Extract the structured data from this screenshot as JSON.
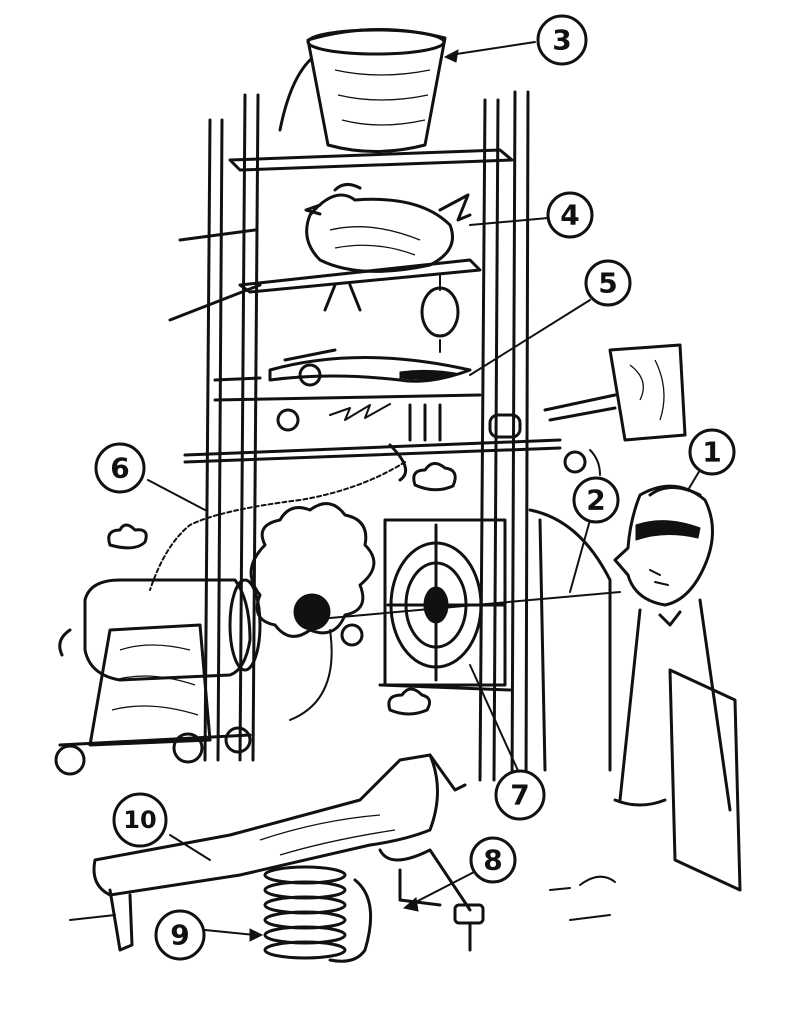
{
  "callouts": [
    {
      "id": "c1",
      "label": "1"
    },
    {
      "id": "c2",
      "label": "2"
    },
    {
      "id": "c3",
      "label": "3"
    },
    {
      "id": "c4",
      "label": "4"
    },
    {
      "id": "c5",
      "label": "5"
    },
    {
      "id": "c6",
      "label": "6"
    },
    {
      "id": "c7",
      "label": "7"
    },
    {
      "id": "c8",
      "label": "8"
    },
    {
      "id": "c9",
      "label": "9"
    },
    {
      "id": "c10",
      "label": "10"
    }
  ],
  "style": {
    "ink_color": "#111111",
    "paper_color": "#ffffff"
  }
}
